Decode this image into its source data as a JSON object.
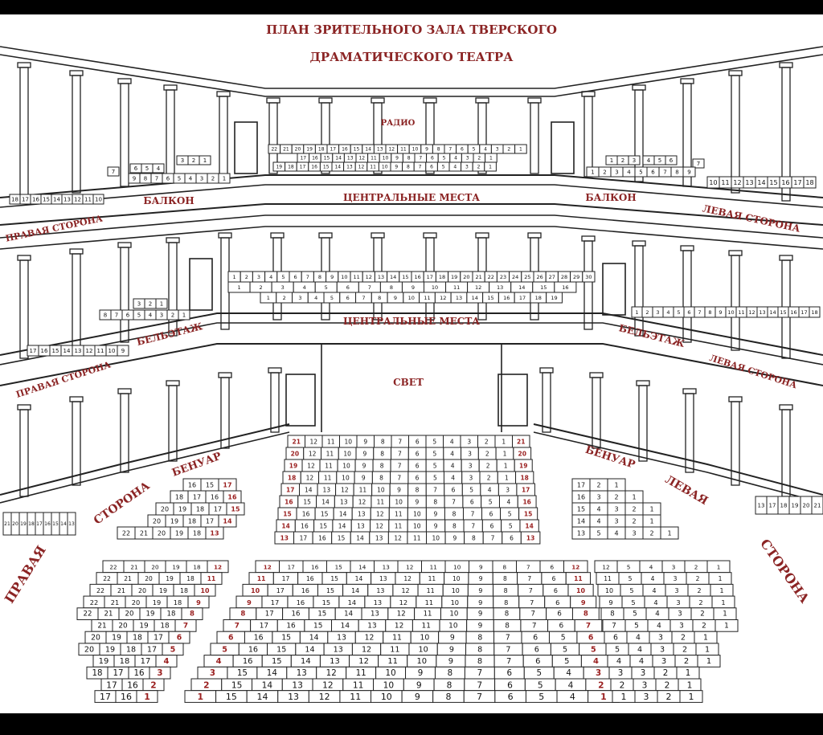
{
  "title": {
    "line1": "ПЛАН ЗРИТЕЛЬНОГО ЗАЛА ТВЕРСКОГО",
    "line2": "ДРАМАТИЧЕСКОГО ТЕАТРА"
  },
  "colors": {
    "label": "#8b2424",
    "line": "#222222",
    "background": "#ffffff",
    "frame": "#000000"
  },
  "labels": {
    "radio": "РАДИО",
    "balcony_left": "БАЛКОН",
    "balcony_right": "БАЛКОН",
    "central_balcony": "ЦЕНТРАЛЬНЫЕ МЕСТА",
    "central_beletage": "ЦЕНТРАЛЬНЫЕ МЕСТА",
    "right_side_balcony": "ПРАВАЯ СТОРОНА",
    "left_side_balcony": "ЛЕВАЯ СТОРОНА",
    "beletage_left": "БЕЛЬЭТАЖ",
    "beletage_right": "БЕЛЬЭТАЖ",
    "right_side_beletage": "ПРАВАЯ СТОРОНА",
    "left_side_beletage": "ЛЕВАЯ СТОРОНА",
    "light": "СВЕТ",
    "benoir_left": "БЕНУАР",
    "benoir_right": "БЕНУАР",
    "side_left_word": "СТОРОНА",
    "pravaya": "ПРАВАЯ",
    "levaya": "ЛЕВАЯ",
    "side_right_word": "СТОРОНА"
  },
  "seating": {
    "balcony_center_rows": [
      [
        22,
        21,
        20,
        19,
        18,
        17,
        16,
        15,
        14,
        13,
        12,
        11,
        10,
        9,
        8,
        7,
        6,
        5,
        4,
        3,
        2,
        1
      ],
      [
        17,
        16,
        15,
        14,
        13,
        12,
        11,
        10,
        9,
        8,
        7,
        6,
        5,
        4,
        3,
        2,
        1
      ],
      [
        19,
        18,
        17,
        16,
        15,
        14,
        13,
        12,
        11,
        10,
        9,
        8,
        7,
        6,
        5,
        4,
        3,
        2,
        1
      ]
    ],
    "balcony_right_front": [
      18,
      17,
      16,
      15,
      14,
      13,
      12,
      11,
      10
    ],
    "balcony_right_boxes": [
      [
        7
      ],
      [
        6,
        5,
        4
      ],
      [
        3,
        2,
        1
      ],
      [
        9,
        8,
        7,
        6,
        5,
        4,
        3,
        2,
        1
      ]
    ],
    "balcony_left_boxes": [
      [
        1,
        2,
        3
      ],
      [
        4,
        5,
        6
      ],
      [
        7
      ],
      [
        1,
        2,
        3,
        4,
        5,
        6,
        7,
        8,
        9
      ]
    ],
    "balcony_left_front": [
      10,
      11,
      12,
      13,
      14,
      15,
      16,
      17,
      18
    ],
    "beletage_center_rows": [
      [
        1,
        2,
        3,
        4,
        5,
        6,
        7,
        8,
        9,
        10,
        11,
        12,
        13,
        14,
        15,
        16,
        17,
        18,
        19,
        20,
        21,
        22,
        23,
        24,
        25,
        26,
        27,
        28,
        29,
        30
      ],
      [
        1,
        2,
        3,
        4,
        5,
        6,
        7,
        8,
        9,
        10,
        11,
        12,
        13,
        14,
        15,
        16
      ],
      [
        1,
        2,
        3,
        4,
        5,
        6,
        7,
        8,
        9,
        10,
        11,
        12,
        13,
        14,
        15,
        16,
        17,
        18,
        19
      ]
    ],
    "beletage_right_front": [
      17,
      16,
      15,
      14,
      13,
      12,
      11,
      10,
      9
    ],
    "beletage_right_boxes": [
      [
        3,
        2,
        1
      ],
      [
        8,
        7,
        6,
        5,
        4,
        3,
        2,
        1
      ]
    ],
    "beletage_left_front": [
      1,
      2,
      3,
      4,
      5,
      6,
      7,
      8,
      9,
      10,
      11,
      12,
      13,
      14,
      15,
      16,
      17,
      18
    ],
    "benoir_left_rows": [
      [
        16,
        15,
        17
      ],
      [
        18,
        17,
        16,
        16
      ],
      [
        20,
        19,
        18,
        17,
        15
      ],
      [
        20,
        19,
        18,
        17,
        14
      ],
      [
        22,
        21,
        20,
        19,
        18,
        13
      ]
    ],
    "benoir_right_rows": [
      [
        17,
        2,
        1
      ],
      [
        16,
        3,
        2,
        1
      ],
      [
        15,
        4,
        3,
        2,
        1
      ],
      [
        14,
        4,
        3,
        2,
        1
      ],
      [
        13,
        5,
        4,
        3,
        2,
        1
      ]
    ],
    "parterre_center_rows": [
      [
        21,
        12,
        11,
        10,
        9,
        8,
        7,
        6,
        5,
        4,
        3,
        2,
        1,
        21
      ],
      [
        20,
        12,
        11,
        10,
        9,
        8,
        7,
        6,
        5,
        4,
        3,
        2,
        1,
        20
      ],
      [
        19,
        12,
        11,
        10,
        9,
        8,
        7,
        6,
        5,
        4,
        3,
        2,
        1,
        19
      ],
      [
        18,
        12,
        11,
        10,
        9,
        8,
        7,
        6,
        5,
        4,
        3,
        2,
        1,
        18
      ],
      [
        17,
        14,
        13,
        12,
        11,
        10,
        9,
        8,
        7,
        6,
        5,
        4,
        3,
        17
      ],
      [
        16,
        15,
        14,
        13,
        12,
        11,
        10,
        9,
        8,
        7,
        6,
        5,
        4,
        16
      ],
      [
        15,
        16,
        15,
        14,
        13,
        12,
        11,
        10,
        9,
        8,
        7,
        6,
        5,
        15
      ],
      [
        14,
        16,
        15,
        14,
        13,
        12,
        11,
        10,
        9,
        8,
        7,
        6,
        5,
        14
      ],
      [
        13,
        17,
        16,
        15,
        14,
        13,
        12,
        11,
        10,
        9,
        8,
        7,
        6,
        13
      ]
    ],
    "stalls_center_rows": [
      [
        12,
        17,
        16,
        15,
        14,
        13,
        12,
        11,
        10,
        9,
        8,
        7,
        6,
        12
      ],
      [
        11,
        17,
        16,
        15,
        14,
        13,
        12,
        11,
        10,
        9,
        8,
        7,
        6,
        11
      ],
      [
        10,
        17,
        16,
        15,
        14,
        13,
        12,
        11,
        10,
        9,
        8,
        7,
        6,
        10
      ],
      [
        9,
        17,
        16,
        15,
        14,
        13,
        12,
        11,
        10,
        9,
        8,
        7,
        6,
        9
      ],
      [
        8,
        17,
        16,
        15,
        14,
        13,
        12,
        11,
        10,
        9,
        8,
        7,
        6,
        8
      ],
      [
        7,
        17,
        16,
        15,
        14,
        13,
        12,
        11,
        10,
        9,
        8,
        7,
        6,
        7
      ],
      [
        6,
        16,
        15,
        14,
        13,
        12,
        11,
        10,
        9,
        8,
        7,
        6,
        5,
        6
      ],
      [
        5,
        16,
        15,
        14,
        13,
        12,
        11,
        10,
        9,
        8,
        7,
        6,
        5,
        5
      ],
      [
        4,
        16,
        15,
        14,
        13,
        12,
        11,
        10,
        9,
        8,
        7,
        6,
        5,
        4
      ],
      [
        3,
        15,
        14,
        13,
        12,
        11,
        10,
        9,
        8,
        7,
        6,
        5,
        4,
        3
      ],
      [
        2,
        15,
        14,
        13,
        12,
        11,
        10,
        9,
        8,
        7,
        6,
        5,
        4,
        2
      ],
      [
        1,
        15,
        14,
        13,
        12,
        11,
        10,
        9,
        8,
        7,
        6,
        5,
        4,
        1
      ]
    ],
    "stalls_left_rows": [
      [
        22,
        21,
        20,
        19,
        18,
        12
      ],
      [
        22,
        21,
        20,
        19,
        18,
        11
      ],
      [
        22,
        21,
        20,
        19,
        18,
        10
      ],
      [
        22,
        21,
        20,
        19,
        18,
        9
      ],
      [
        22,
        21,
        20,
        19,
        18,
        8
      ],
      [
        21,
        20,
        19,
        18,
        7
      ],
      [
        20,
        19,
        18,
        17,
        6
      ],
      [
        20,
        19,
        18,
        17,
        5
      ],
      [
        19,
        18,
        17,
        4
      ],
      [
        18,
        17,
        16,
        3
      ],
      [
        17,
        16,
        2
      ],
      [
        17,
        16,
        1
      ]
    ],
    "stalls_right_rows": [
      [
        12,
        5,
        4,
        3,
        2,
        1
      ],
      [
        11,
        5,
        4,
        3,
        2,
        1
      ],
      [
        10,
        5,
        4,
        3,
        2,
        1
      ],
      [
        9,
        5,
        4,
        3,
        2,
        1
      ],
      [
        8,
        5,
        4,
        3,
        2,
        1
      ],
      [
        7,
        5,
        4,
        3,
        2,
        1
      ],
      [
        6,
        4,
        3,
        2,
        1
      ],
      [
        5,
        4,
        3,
        2,
        1
      ],
      [
        4,
        4,
        3,
        2,
        1
      ],
      [
        3,
        3,
        2,
        1
      ],
      [
        2,
        3,
        2,
        1
      ],
      [
        1,
        3,
        2,
        1
      ]
    ],
    "side_far_left_stack": [
      21,
      20,
      19,
      18,
      17,
      16,
      15,
      14,
      13
    ],
    "side_far_right_stack": [
      13,
      17,
      18,
      19,
      20,
      21
    ]
  }
}
